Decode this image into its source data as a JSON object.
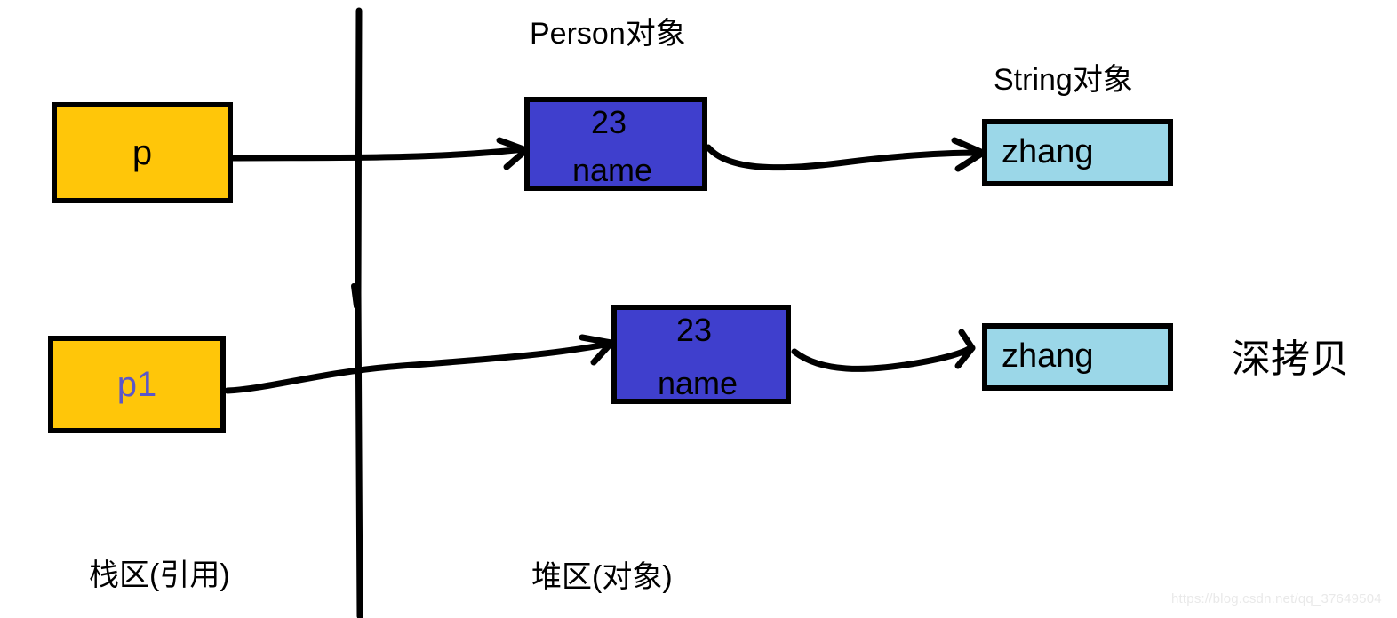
{
  "diagram": {
    "title_note": "深拷贝",
    "divider": {
      "name": "stack-heap-divider"
    },
    "regions": [
      {
        "id": "stack",
        "label": "栈区(引用)"
      },
      {
        "id": "heap",
        "label": "堆区(对象)"
      }
    ],
    "captions": [
      {
        "id": "person-caption",
        "label": "Person对象"
      },
      {
        "id": "string-caption",
        "label": "String对象"
      }
    ],
    "stack_boxes": [
      {
        "id": "p",
        "label": "p",
        "color": "#FFC609",
        "text_color": "#000000"
      },
      {
        "id": "p1",
        "label": "p1",
        "color": "#FFC609",
        "text_color": "#5b57c8"
      }
    ],
    "person_boxes": [
      {
        "id": "person-1",
        "age": "23",
        "name_field": "name",
        "color": "#3f3fcd"
      },
      {
        "id": "person-2",
        "age": "23",
        "name_field": "name",
        "color": "#3f3fcd"
      }
    ],
    "string_boxes": [
      {
        "id": "string-1",
        "value": "zhang",
        "color": "#9BD7E8"
      },
      {
        "id": "string-2",
        "value": "zhang",
        "color": "#9BD7E8"
      }
    ],
    "arrows": [
      {
        "id": "arrow-p-to-person1",
        "from": "p",
        "to": "person-1"
      },
      {
        "id": "arrow-person1-to-string1",
        "from": "person-1",
        "to": "string-1"
      },
      {
        "id": "arrow-p1-to-person2",
        "from": "p1",
        "to": "person-2"
      },
      {
        "id": "arrow-person2-to-string2",
        "from": "person-2",
        "to": "string-2"
      }
    ]
  },
  "watermark": {
    "text": "https://blog.csdn.net/qq_37649504"
  }
}
